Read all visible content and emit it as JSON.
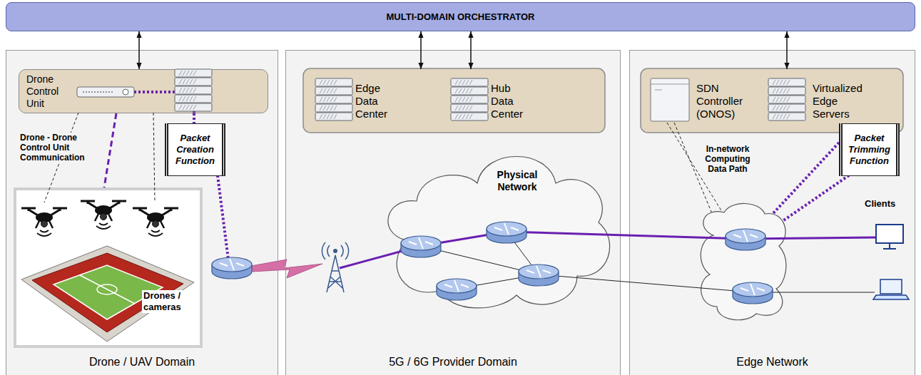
{
  "diagram": {
    "nodes": [
      {
        "text": [
          "MULTI-DOMAIN ORCHESTRATOR"
        ]
      },
      {
        "text": [
          "Drone / UAV Domain"
        ]
      },
      {
        "text": [
          "Drone Control Unit"
        ],
        "in": 1
      },
      {
        "text": [
          "Packet Creation Function"
        ],
        "in": 1
      },
      {
        "text": [
          "Drones / cameras"
        ],
        "in": 1
      },
      {
        "text": [
          "5G / 6G Provider Domain"
        ]
      },
      {
        "text": [
          "Edge Data Center"
        ],
        "in": 5
      },
      {
        "text": [
          "Hub Data Center"
        ],
        "in": 5
      },
      {
        "text": [
          "Physical Network"
        ],
        "in": 5
      },
      {
        "text": [
          "Edge Network"
        ]
      },
      {
        "text": [
          "SDN Controller (ONOS)"
        ],
        "in": 9
      },
      {
        "text": [
          "Virtualized Edge Servers"
        ],
        "in": 9
      },
      {
        "text": [
          "Packet Trimming Function"
        ],
        "in": 9
      }
    ],
    "edges": [
      {
        "from": 0,
        "to": 2,
        "arrow": "both"
      },
      {
        "from": 0,
        "to": 6,
        "arrow": "both"
      },
      {
        "from": 0,
        "to": 7,
        "arrow": "both"
      },
      {
        "from": 0,
        "to": 11,
        "arrow": "both"
      },
      {
        "from": 2,
        "to": 3,
        "arrow": "none"
      },
      {
        "from": 2,
        "to": 4,
        "arrow": "none"
      }
    ],
    "labels": [
      "Drone - Drone Control Unit Communication",
      "In-network Computing Data Path",
      "Clients"
    ]
  }
}
